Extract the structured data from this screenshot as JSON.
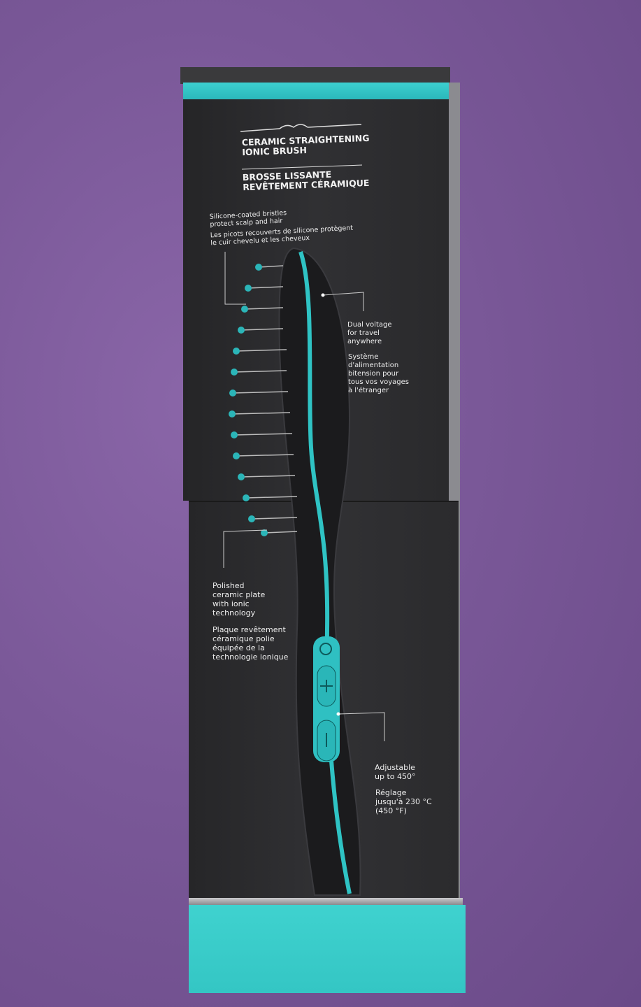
{
  "box": {
    "title_en": [
      "CERAMIC STRAIGHTENING",
      "IONIC BRUSH"
    ],
    "title_fr": [
      "BROSSE LISSANTE",
      "REVÊTEMENT CÉRAMIQUE"
    ],
    "bristles_en": [
      "Silicone-coated bristles",
      "protect scalp and hair"
    ],
    "bristles_fr": [
      "Les picots recouverts de silicone protègent",
      "le cuir chevelu et les cheveux"
    ],
    "voltage_en": [
      "Dual voltage",
      "for travel",
      "anywhere"
    ],
    "voltage_fr": [
      "Système",
      "d'alimentation",
      "bitension pour",
      "tous vos voyages",
      "à l'étranger"
    ],
    "plate_en": [
      "Polished",
      "ceramic plate",
      "with ionic",
      "technology"
    ],
    "plate_fr": [
      "Plaque revêtement",
      "céramique polie",
      "équipée de la",
      "technologie ionique"
    ],
    "temp_en": [
      "Adjustable",
      "up to 450°"
    ],
    "temp_fr": [
      "Réglage",
      "jusqu'à 230 °C",
      "(450 °F)"
    ],
    "colors": {
      "teal": "#34c6c4",
      "panel": "#2c2c2e",
      "background": "#7a5898"
    }
  }
}
